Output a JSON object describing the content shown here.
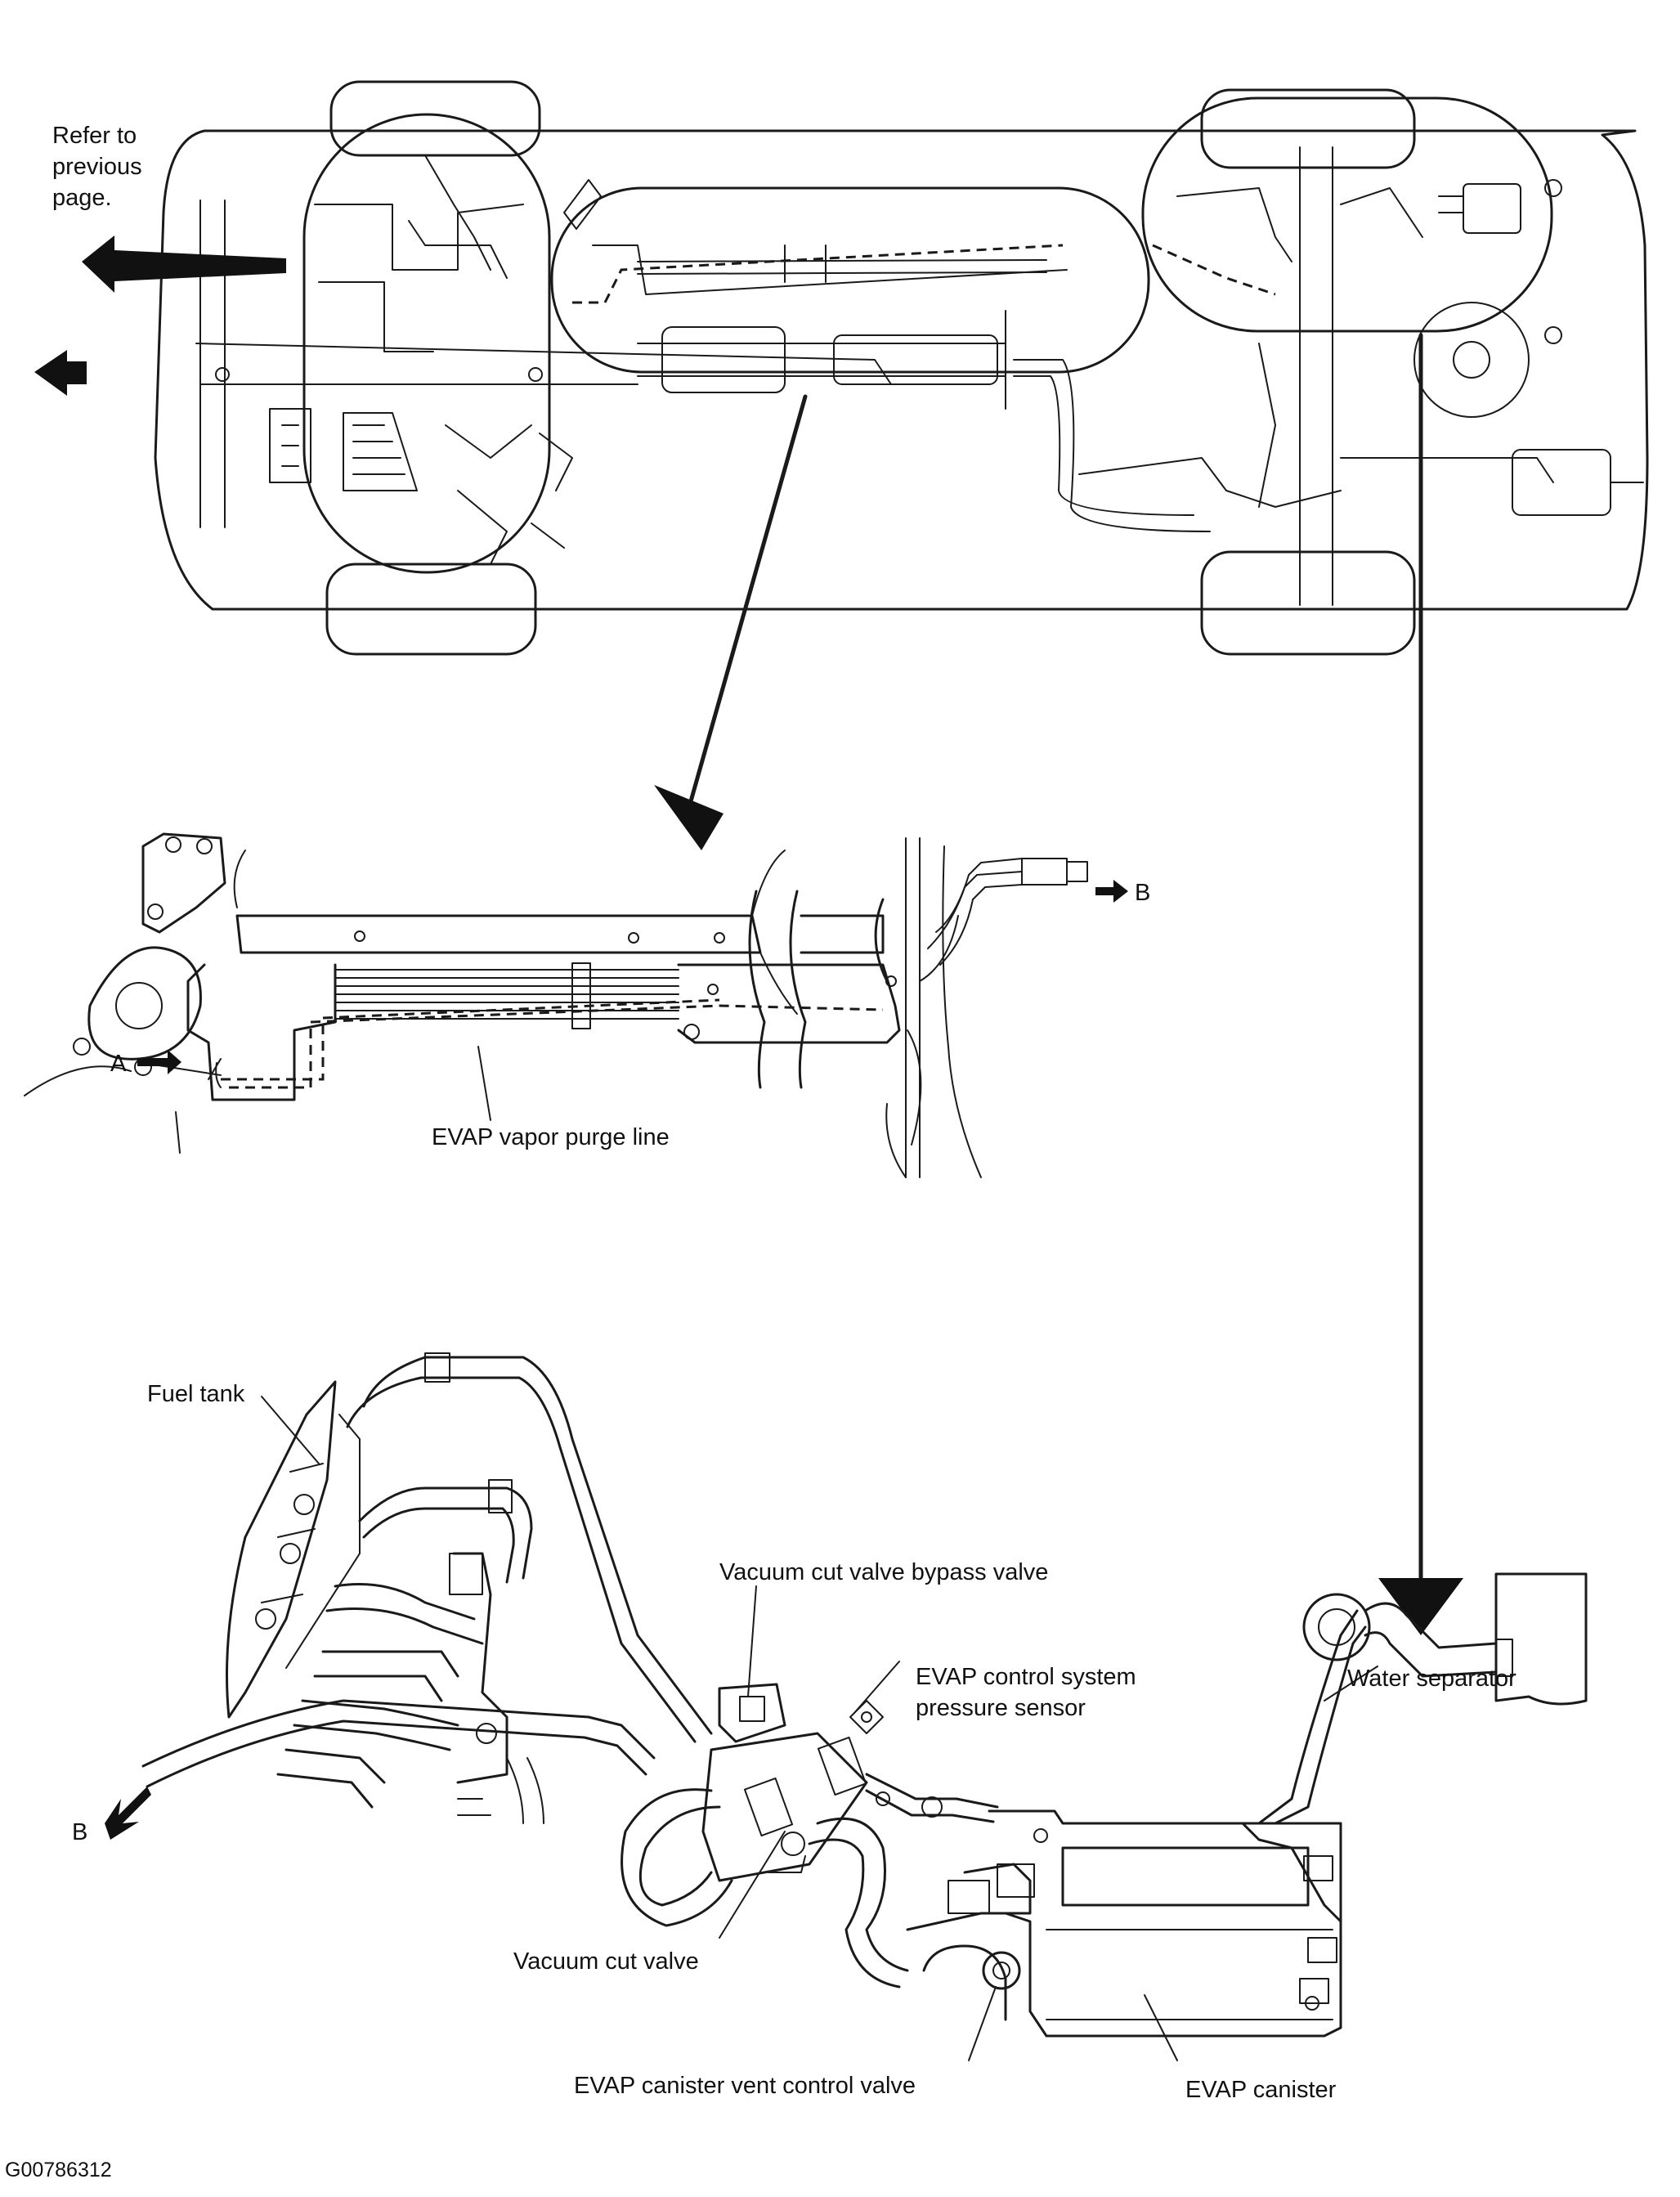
{
  "labels": {
    "refer_line1": "Refer to",
    "refer_line2": "previous",
    "refer_line3": "page.",
    "evap_purge_line": "EVAP vapor purge line",
    "point_a": "A",
    "point_b_upper": "B",
    "point_b_lower": "B",
    "fuel_tank": "Fuel tank",
    "vacuum_cut_valve_bypass_valve": "Vacuum cut valve bypass valve",
    "evap_pressure_sensor_line1": "EVAP control system",
    "evap_pressure_sensor_line2": "pressure sensor",
    "water_separator": "Water separator",
    "vacuum_cut_valve": "Vacuum cut valve",
    "evap_canister_vent_control_valve": "EVAP canister vent control valve",
    "evap_canister": "EVAP canister",
    "figure_code": "G00786312"
  },
  "icons": [
    "arrow-left-icon",
    "arrow-down-icon",
    "arrow-right-icon"
  ]
}
